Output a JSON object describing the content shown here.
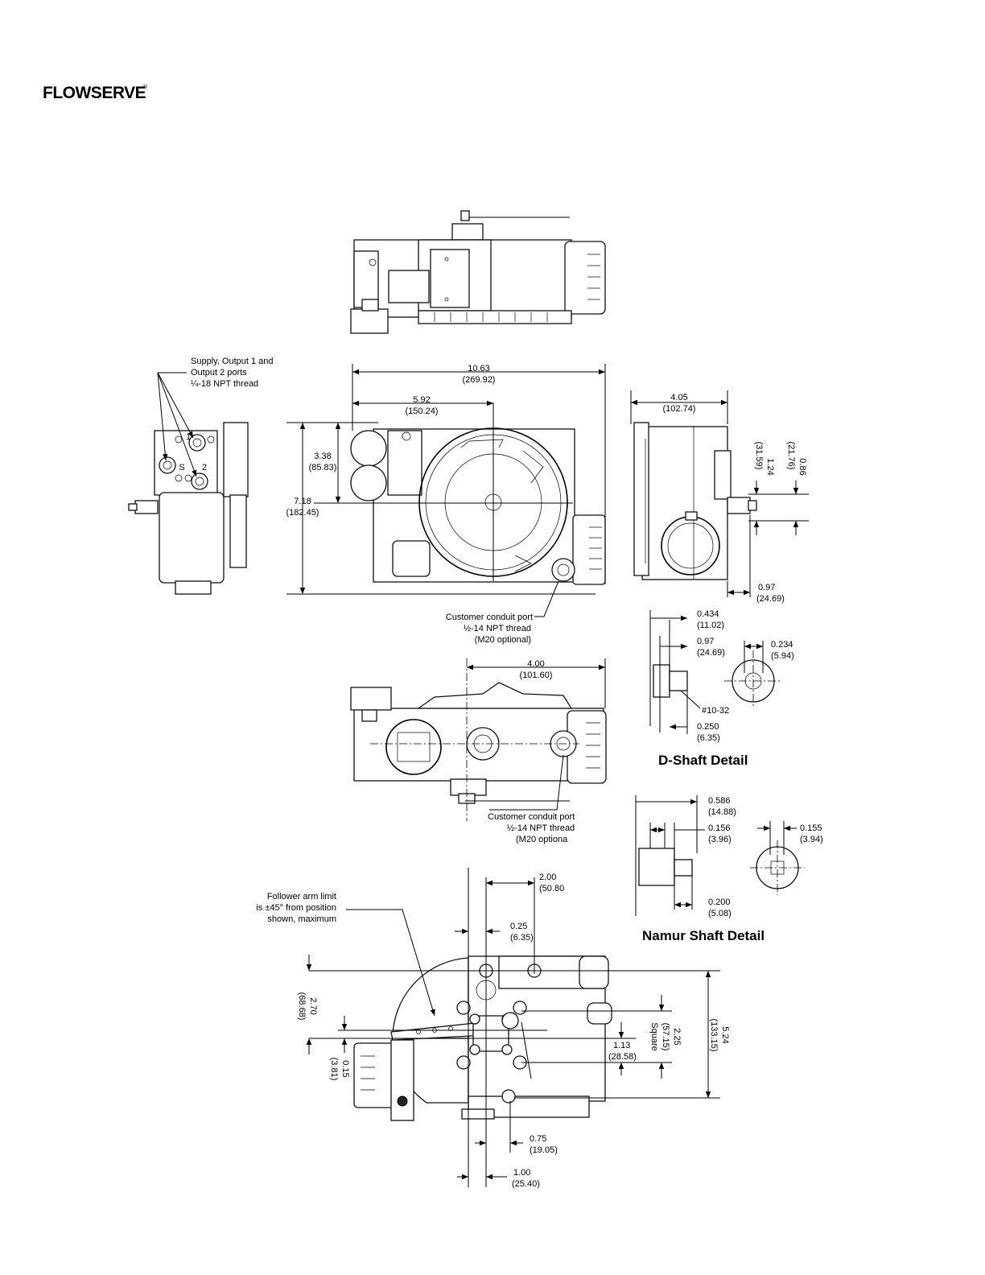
{
  "logo": {
    "text": "FLOWSERVE",
    "mark": "®"
  },
  "views": {
    "front": {
      "dims": {
        "overall_width": "10.63",
        "overall_width_mm": "(269.92)",
        "center_x": "5.92",
        "center_x_mm": "(150.24)",
        "center_y": "3.38",
        "center_y_mm": "(85.83)",
        "height": "7.18",
        "height_mm": "(182.45)"
      },
      "conduit_note": [
        "Customer conduit port",
        "½-14 NPT thread",
        "(M20 optional)"
      ]
    },
    "left": {
      "ports_note": [
        "Supply, Output 1 and",
        "Output 2 ports",
        "¼-18 NPT thread"
      ],
      "port_labels": [
        "S",
        "2",
        "1"
      ]
    },
    "right": {
      "dims": {
        "depth": "4.05",
        "depth_mm": "(102.74)",
        "shaft_a": "1.24",
        "shaft_a_mm": "(31.59)",
        "shaft_b": "0.86",
        "shaft_b_mm": "(21.76)",
        "offset": "0.97",
        "offset_mm": "(24.69)"
      }
    },
    "bottom": {
      "dims": {
        "depth": "4.00",
        "depth_mm": "(101.60)"
      },
      "conduit_note": [
        "Customer conduit port",
        "½-14 NPT thread",
        "(M20 optiona"
      ]
    },
    "d_shaft": {
      "title": "D-Shaft Detail",
      "dims": {
        "a": "0.434",
        "a_mm": "(11.02)",
        "b": "0.97",
        "b_mm": "(24.69)",
        "c": "0.234",
        "c_mm": "(5.94)",
        "d": "0.250",
        "d_mm": "(6.35)",
        "thread": "#10-32"
      }
    },
    "namur_shaft": {
      "title": "Namur Shaft Detail",
      "dims": {
        "a": "0.586",
        "a_mm": "(14.88)",
        "b": "0.156",
        "b_mm": "(3.96)",
        "c": "0.155",
        "c_mm": "(3.94)",
        "d": "0.200",
        "d_mm": "(5.08)"
      }
    },
    "mounting": {
      "follower_note": [
        "Follower arm limit",
        "is ±45° from position",
        "shown, maximum"
      ],
      "dims": {
        "a": "2.00",
        "a_mm": "(50.80",
        "b": "0.25",
        "b_mm": "(6.35)",
        "c": "2.70",
        "c_mm": "(68.68)",
        "d": "0.15",
        "d_mm": "(3.81)",
        "e": "2.25",
        "e_mm": "(57.15)",
        "e_note": "Square",
        "f": "1.13",
        "f_mm": "(28.58)",
        "g": "5.24",
        "g_mm": "(133.15)",
        "h": "0.75",
        "h_mm": "(19.05)",
        "i": "1.00",
        "i_mm": "(25.40)"
      }
    }
  }
}
